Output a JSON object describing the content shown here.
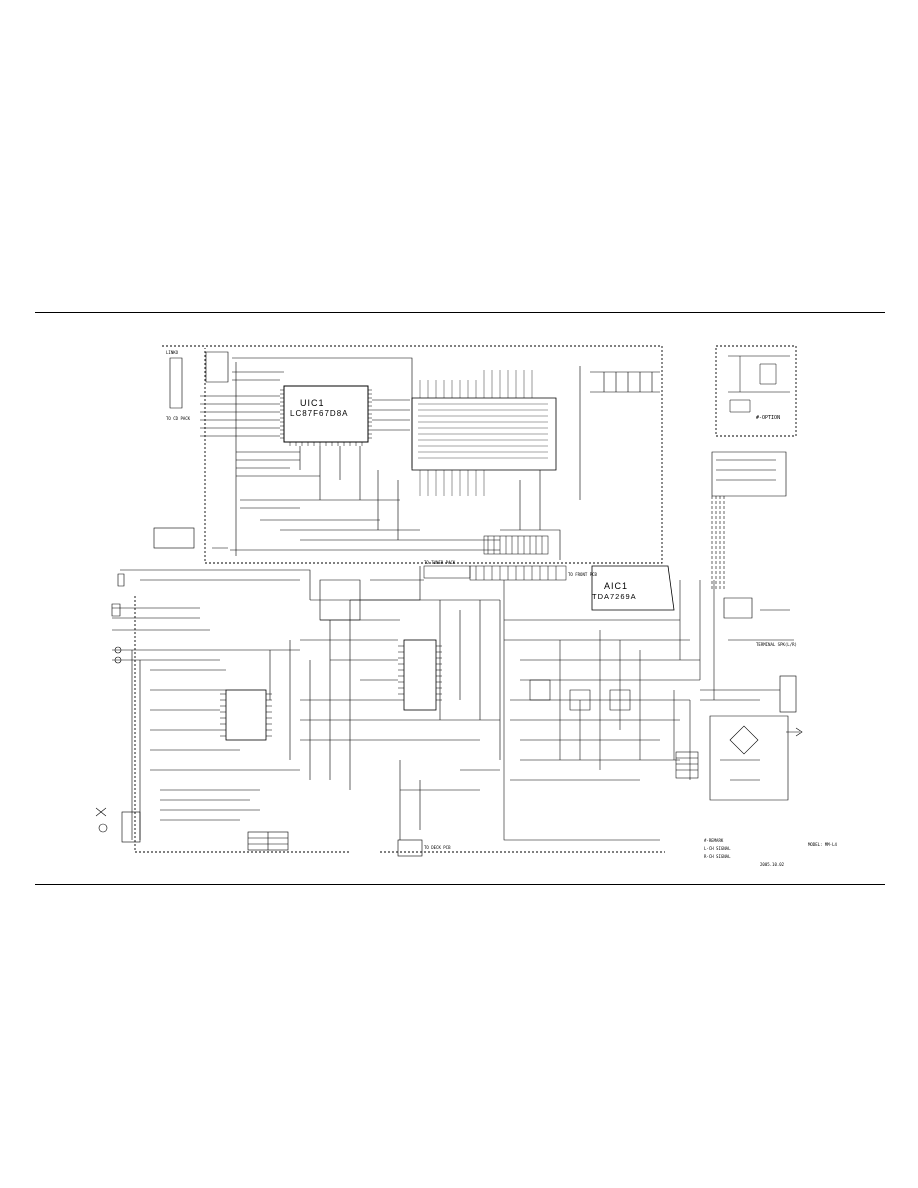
{
  "schematic": {
    "ic_main": {
      "ref": "UIC1",
      "part": "LC87F67D8A"
    },
    "ic_amp": {
      "ref": "AIC1",
      "part": "TDA7269A"
    },
    "labels": {
      "top_left_connector": "LINKO",
      "to_cd_pack": "TO CD PACK",
      "to_tuner_pack": "TO TUNER PACK",
      "to_front_pcb": "TO FRONT PCB",
      "to_deck_pcb": "TO DECK PCB",
      "option_box": "#-OPTION",
      "terminal": "TERMINAL SPK(L/R)",
      "model": "MODEL: MM-L4",
      "legend_1": "#-REMARK",
      "legend_2": "L-CH SIGNAL",
      "legend_3": "R-CH SIGNAL",
      "date": "2005.10.02"
    }
  }
}
